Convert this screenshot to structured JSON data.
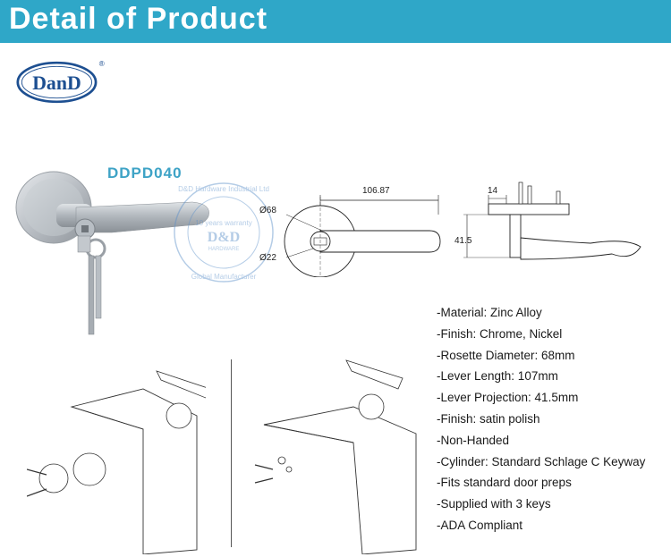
{
  "header": {
    "title": "Detail of Product"
  },
  "brand": {
    "logo_text": "DanD",
    "registered": "®"
  },
  "product": {
    "model": "DDPD040"
  },
  "dimensions": {
    "lever_length": "106.87",
    "rosette_diameter": "Ø68",
    "cylinder_diameter": "Ø22",
    "rose_thickness": "14",
    "projection": "41.5"
  },
  "watermark": {
    "ring_top": "D&D Hardware Industrial Ltd",
    "ring_bottom": "Global Manufacturer",
    "center": "D&D",
    "sub": "HARDWARE",
    "warranty": "10 years warranty"
  },
  "specs": [
    "-Material: Zinc Alloy",
    "-Finish: Chrome, Nickel",
    "-Rosette Diameter: 68mm",
    "-Lever Length: 107mm",
    "-Lever Projection: 41.5mm",
    "-Finish: satin polish",
    "-Non-Handed",
    "-Cylinder: Standard Schlage C Keyway",
    "-Fits standard door preps",
    "-Supplied with 3 keys",
    "-ADA Compliant"
  ]
}
